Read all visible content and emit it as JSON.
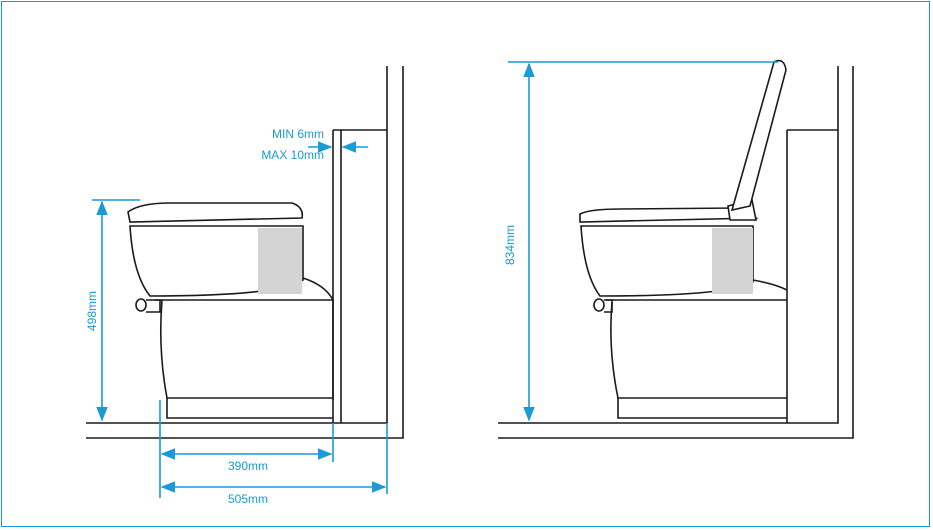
{
  "colors": {
    "frame": "#1a9ad6",
    "dimension": "#1a9ad6",
    "outline": "#1a1a1a",
    "shade": "#d4d4d4"
  },
  "left_view": {
    "gap_min": "MIN 6mm",
    "gap_max": "MAX 10mm",
    "height": "498mm",
    "depth_inner": "390mm",
    "depth_outer": "505mm"
  },
  "right_view": {
    "height_open": "834mm"
  }
}
